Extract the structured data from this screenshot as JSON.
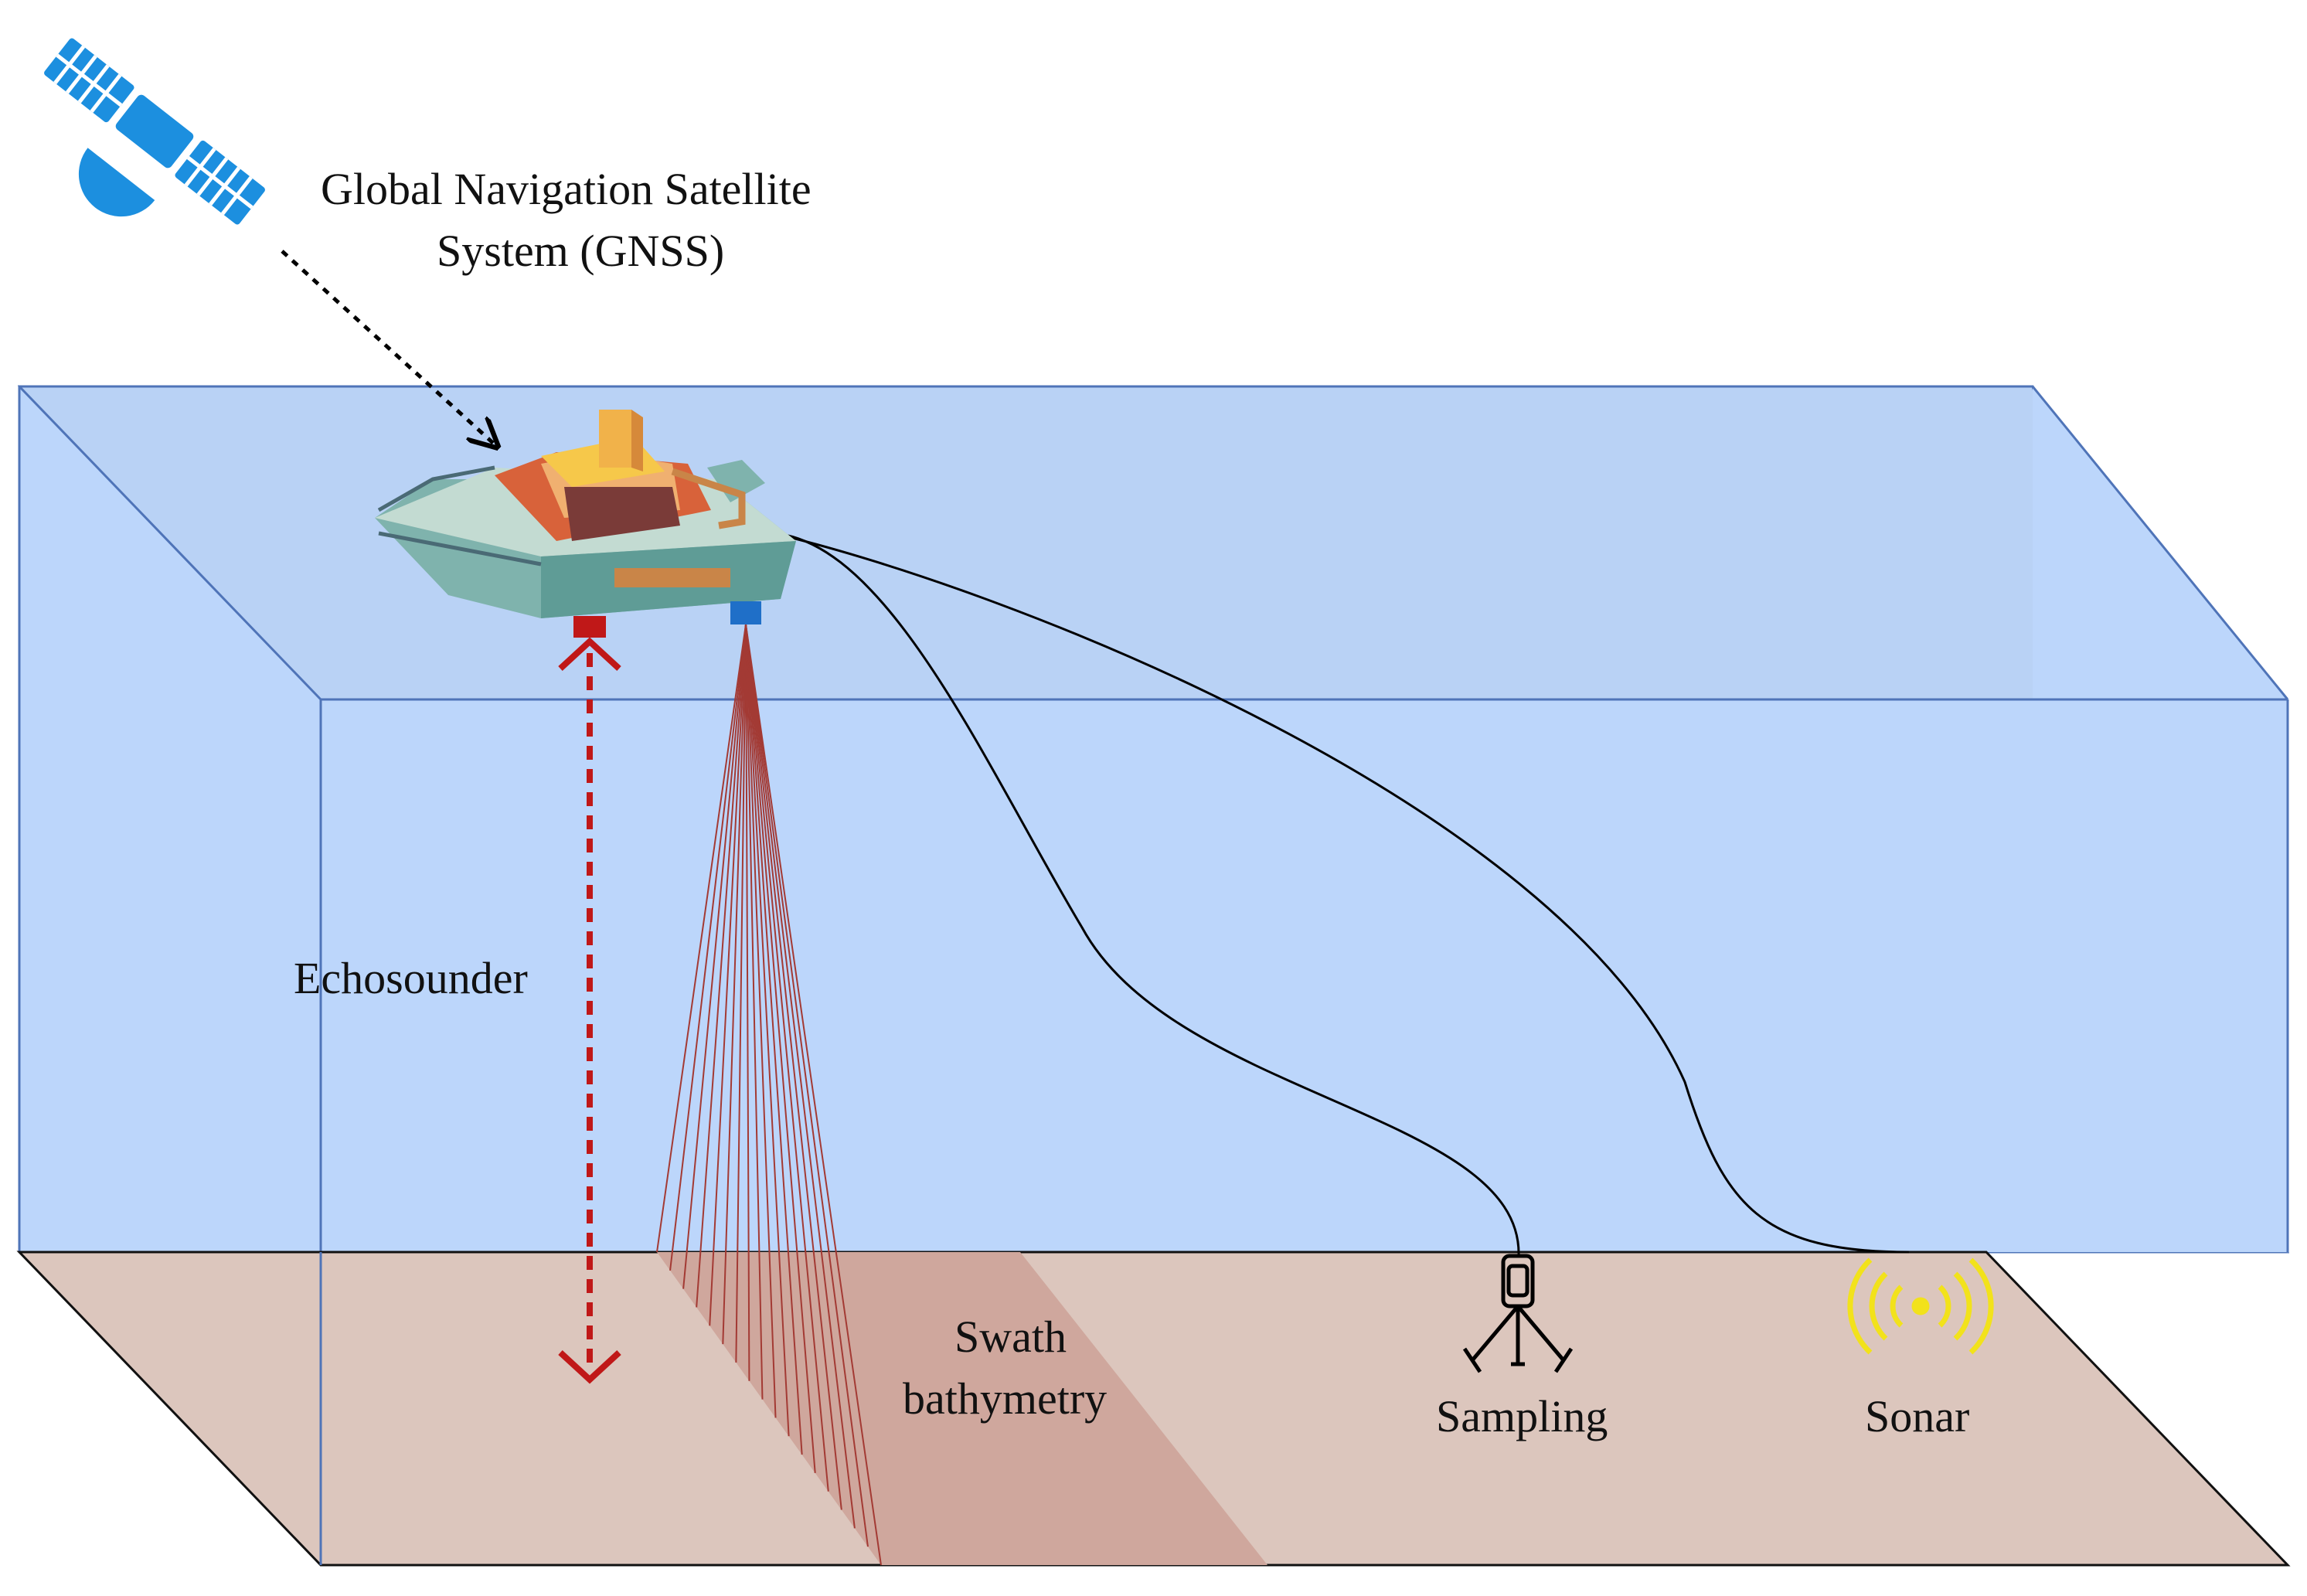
{
  "labels": {
    "gnss_line1": "Global Navigation Satellite",
    "gnss_line2": "System (GNSS)",
    "echosounder": "Echosounder",
    "swath_line1": "Swath",
    "swath_line2": "bathymetry",
    "sampling": "Sampling",
    "sonar": "Sonar"
  },
  "colors": {
    "water_top": "#b9d2f5",
    "water_front": "#bcd6fb",
    "seabed": "#dcc6bd",
    "swath_strip": "#cfa79d",
    "swath_lines": "#a33a34",
    "echosounder_arrow": "#c01818",
    "satellite": "#1c8fdf",
    "sonar_icon": "#f2e21b",
    "box_edge": "#4f74b8"
  },
  "icons": [
    "satellite-icon",
    "survey-vessel-icon",
    "sampler-tripod-icon",
    "sonar-signal-icon"
  ]
}
